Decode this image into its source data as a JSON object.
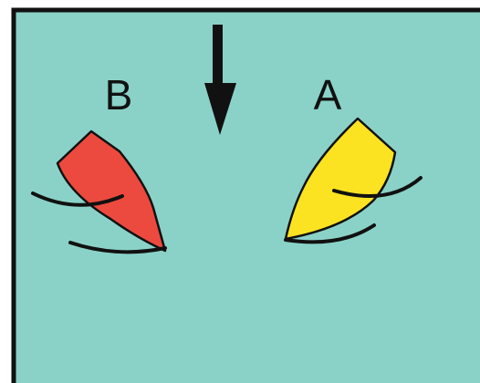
{
  "scene": {
    "water_color": "#8ad2c7",
    "frame_color": "#111111",
    "outline_color": "#111111"
  },
  "wind_arrow": {
    "direction": "down",
    "icon": "arrow-down-icon",
    "color": "#111111"
  },
  "boats": [
    {
      "label": "B",
      "hull_color": "#ec4a3e",
      "icon": "sailboat-hull-icon"
    },
    {
      "label": "A",
      "hull_color": "#fbe321",
      "icon": "sailboat-hull-icon"
    }
  ]
}
